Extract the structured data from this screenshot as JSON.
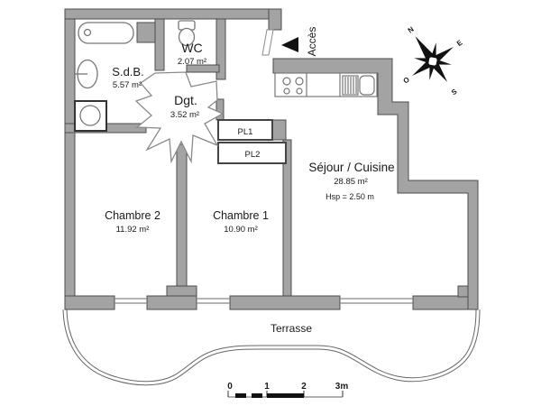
{
  "rooms": {
    "sdb": {
      "name": "S.d.B.",
      "area": "5.57 m²"
    },
    "wc": {
      "name": "WC",
      "area": "2.07 m²"
    },
    "dgt": {
      "name": "Dgt.",
      "area": "3.52 m²"
    },
    "sejour": {
      "name": "Séjour / Cuisine",
      "area": "28.85 m²",
      "ceiling": "Hsp =  2.50 m"
    },
    "chambre2": {
      "name": "Chambre 2",
      "area": "11.92 m²"
    },
    "chambre1": {
      "name": "Chambre 1",
      "area": "10.90 m²"
    },
    "terrasse": {
      "name": "Terrasse"
    }
  },
  "closets": {
    "pl1": "PL1",
    "pl2": "PL2"
  },
  "entry": {
    "label": "Accès"
  },
  "compass": {
    "north": "N",
    "east": "E",
    "south": "S",
    "west": "O"
  },
  "scale_bar": {
    "ticks": [
      "0",
      "1",
      "2",
      "3m"
    ]
  },
  "colors": {
    "wall_fill": "#a3a3a3",
    "wall_stroke": "#4d4d4d",
    "fixture_line": "#777777",
    "text": "#1a1a1a"
  }
}
